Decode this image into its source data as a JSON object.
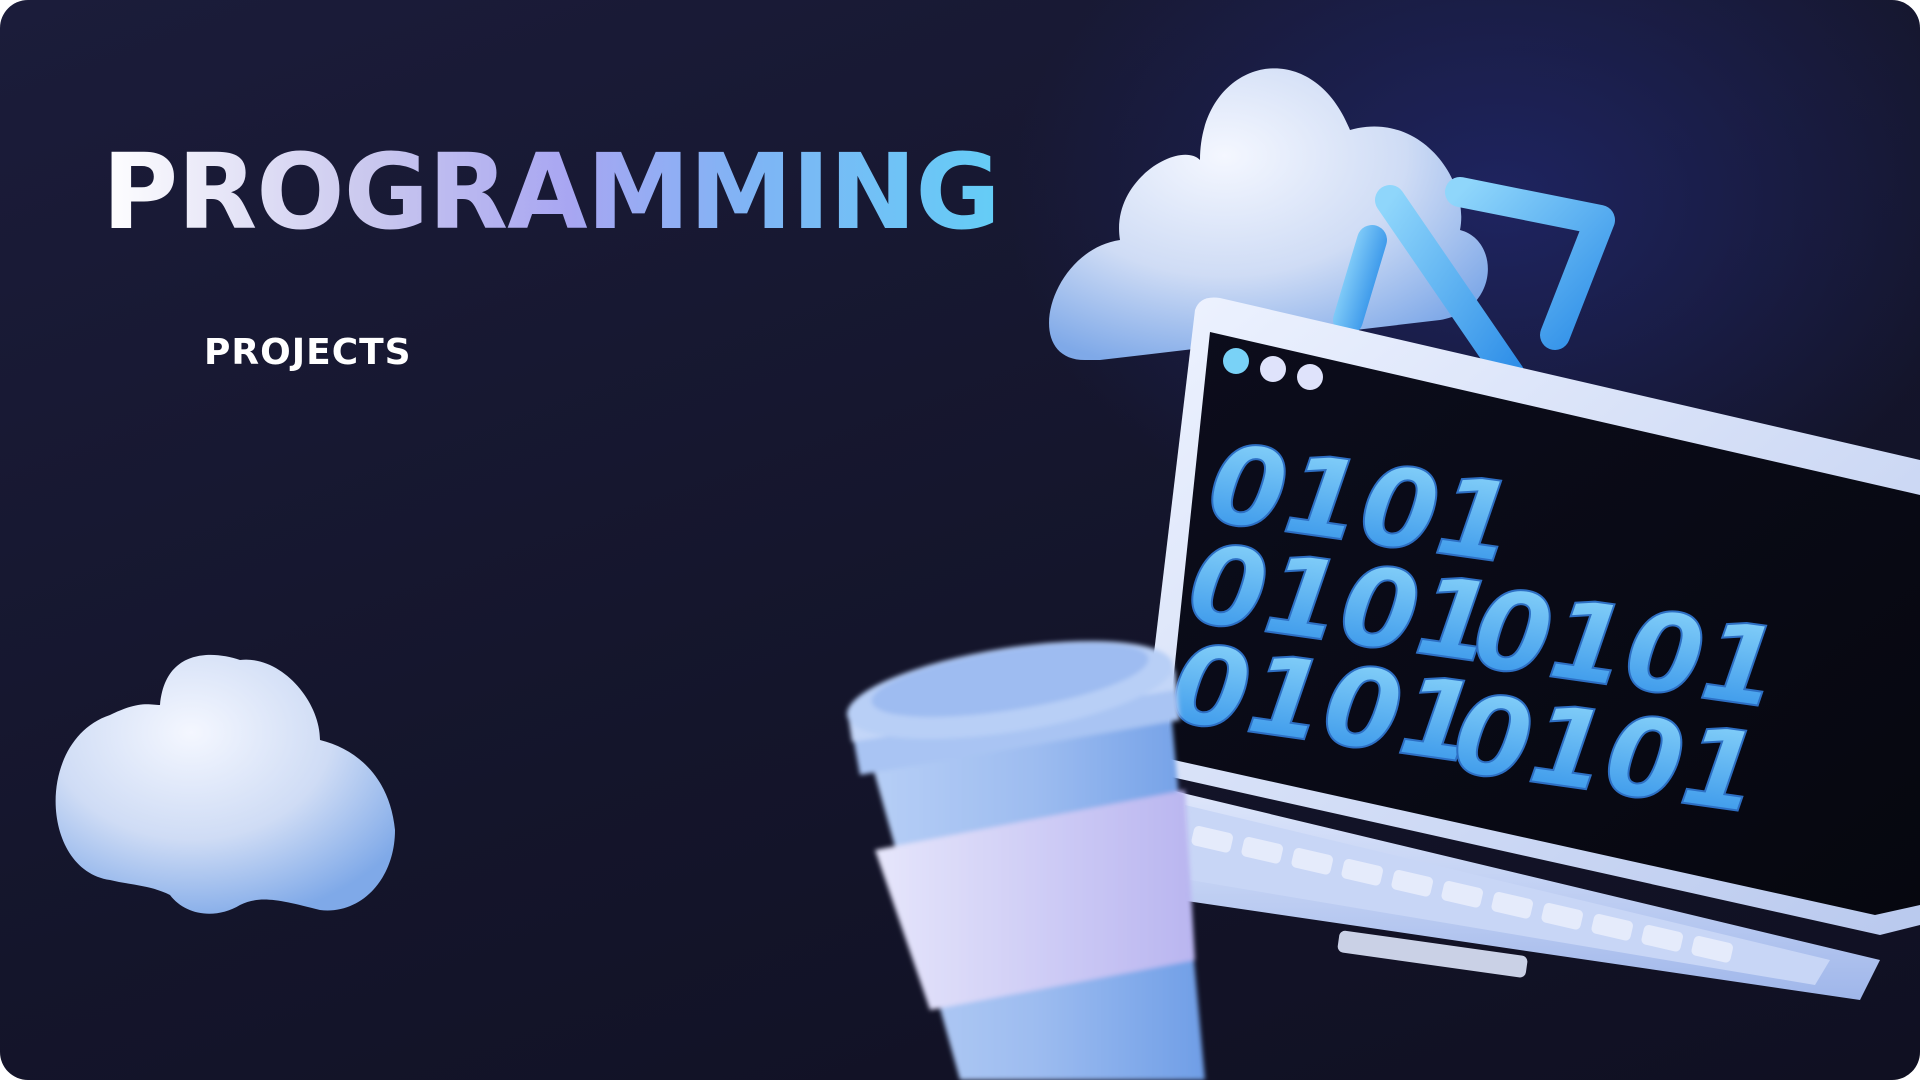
{
  "slide": {
    "title": "PROGRAMMING",
    "subtitle": "PROJECTS"
  },
  "illustration": {
    "screen_binary": [
      "0101",
      "0101",
      "0101",
      "0101",
      "0101"
    ],
    "icons": [
      "cloud-icon",
      "code-bracket-icon",
      "laptop-icon",
      "coffee-cup-icon"
    ]
  },
  "colors": {
    "background": "#16172f",
    "accent_blue": "#5cc8f5",
    "accent_purple": "#a8a6f2",
    "white": "#ffffff"
  }
}
